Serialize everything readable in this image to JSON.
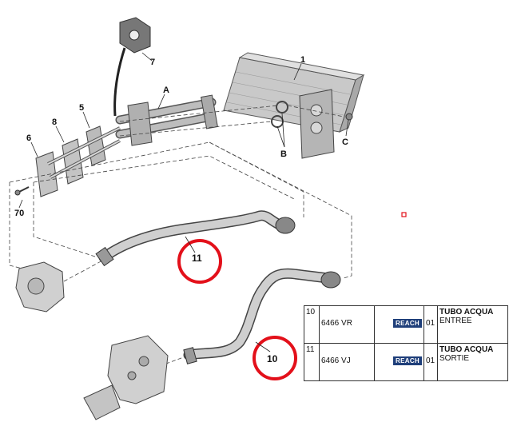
{
  "callouts": {
    "c1": "1",
    "c5": "5",
    "c6": "6",
    "c7": "7",
    "c8": "8",
    "c70": "70",
    "cA": "A",
    "cB": "B",
    "cC": "C",
    "c10": "10",
    "c11": "11"
  },
  "highlight_color": "#e3101a",
  "reach_badge_color": "#1f3f7a",
  "parts": [
    {
      "num": "10",
      "ref": "6466 VR",
      "badge": "REACH",
      "qty": "01",
      "desc1": "TUBO ACQUA",
      "desc2": "ENTREE"
    },
    {
      "num": "11",
      "ref": "6466 VJ",
      "badge": "REACH",
      "qty": "01",
      "desc1": "TUBO ACQUA",
      "desc2": "SORTIE"
    }
  ]
}
